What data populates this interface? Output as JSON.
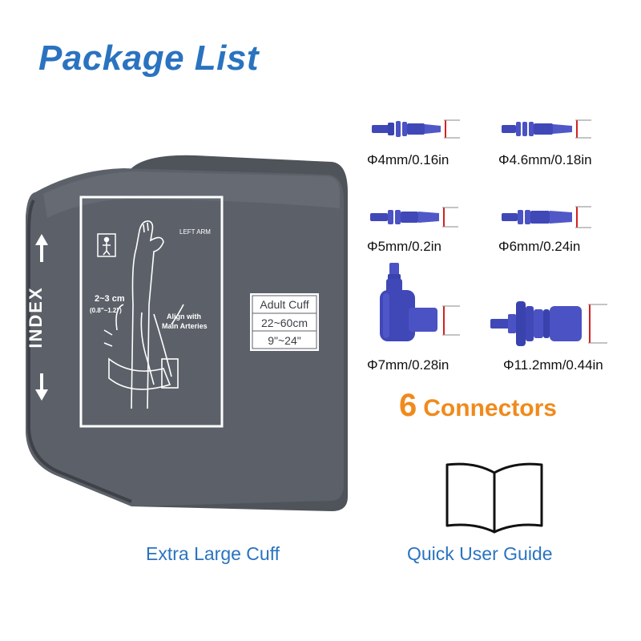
{
  "title": "Package List",
  "cuff": {
    "caption": "Extra Large Cuff",
    "index_label": "INDEX",
    "left_arm_label": "LEFT ARM",
    "span_label": "2~3 cm",
    "span_inches": "(0.8\"~1.2\")",
    "align_line1": "Align with",
    "align_line2": "Main Arteries",
    "size_title": "Adult Cuff",
    "size_cm": "22~60cm",
    "size_in": "9\"~24\""
  },
  "connectors": {
    "items": [
      {
        "label": "Φ4mm/0.16in"
      },
      {
        "label": "Φ4.6mm/0.18in"
      },
      {
        "label": "Φ5mm/0.2in"
      },
      {
        "label": "Φ6mm/0.24in"
      },
      {
        "label": "Φ7mm/0.28in"
      },
      {
        "label": "Φ11.2mm/0.44in"
      }
    ],
    "count": "6",
    "caption": "Connectors"
  },
  "guide": {
    "caption": "Quick User Guide"
  },
  "colors": {
    "title": "#2a73c0",
    "accent": "#f08a1c",
    "connector": "#4048b8",
    "cuff": "#5b6068",
    "marker": "#d42020"
  }
}
